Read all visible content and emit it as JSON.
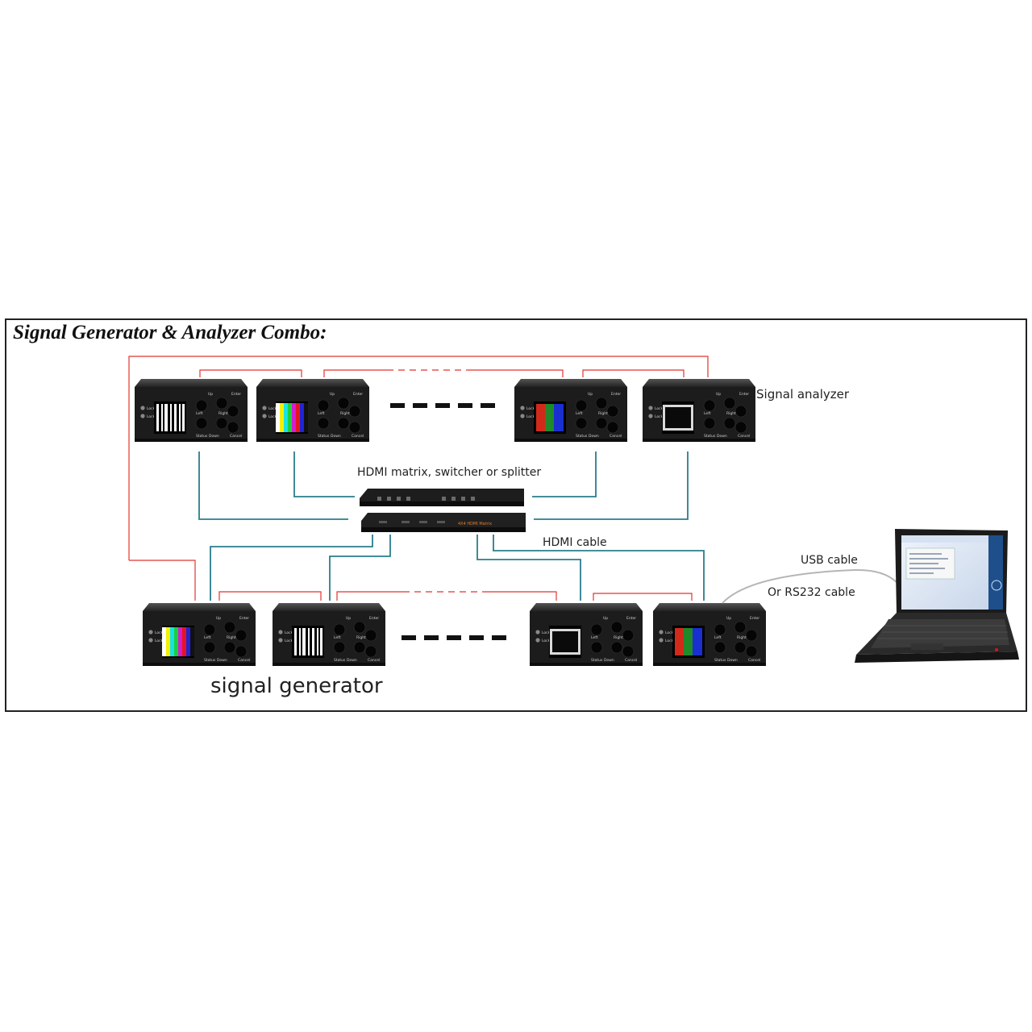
{
  "title": "Signal Generator & Analyzer Combo:",
  "labels": {
    "signal_analyzer": "Signal analyzer",
    "hdmi_matrix": "HDMI matrix, switcher or splitter",
    "hdmi_cable": "HDMI cable",
    "usb_cable": "USB cable",
    "rs232_cable": "Or RS232 cable",
    "signal_generator": "signal generator"
  },
  "device_buttons": [
    "Up",
    "Enter",
    "Left",
    "Right",
    "Status",
    "Down",
    "Cancel"
  ],
  "colors": {
    "device_body": "#1c1c1c",
    "control_link": "#e0352f",
    "hdmi_link": "#2a7d8c",
    "frame": "#222222"
  }
}
